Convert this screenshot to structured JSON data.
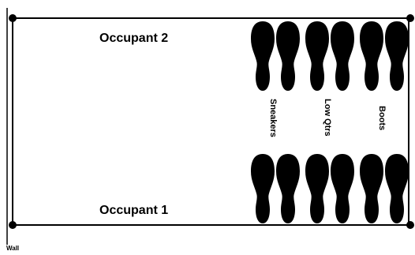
{
  "occupants": {
    "top_label": "Occupant 2",
    "bottom_label": "Occupant 1"
  },
  "shoe_types": [
    "Sneakers",
    "Low Qtrs",
    "Boots"
  ],
  "wall_label": "Wall",
  "colors": {
    "line": "#000000",
    "shoe": "#000000",
    "background": "#ffffff"
  }
}
